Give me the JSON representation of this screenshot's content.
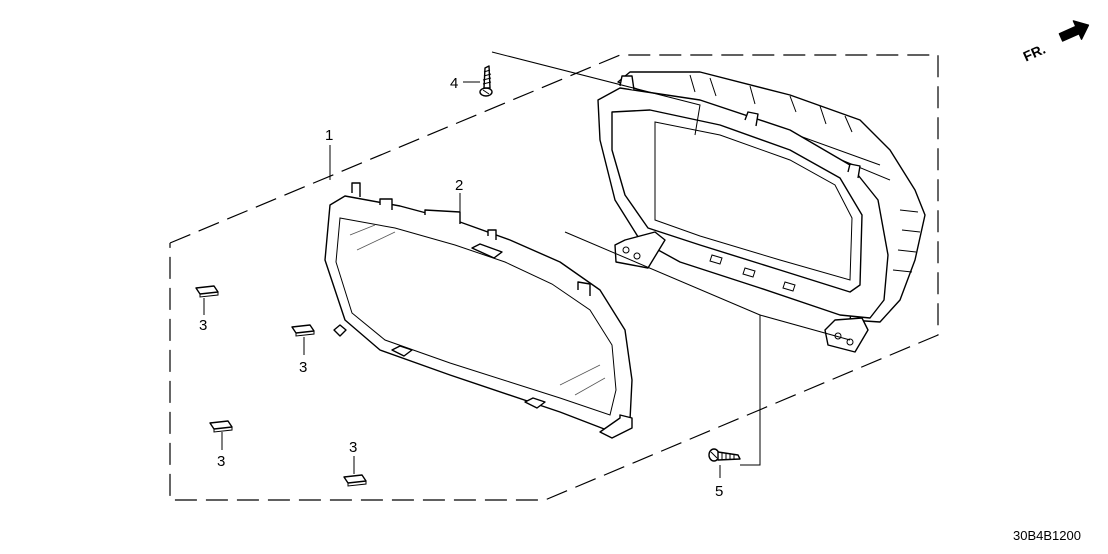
{
  "diagram_code": "30B4B1200",
  "direction_label": "FR.",
  "callouts": {
    "c1": "1",
    "c2": "2",
    "c3a": "3",
    "c3b": "3",
    "c3c": "3",
    "c3d": "3",
    "c4": "4",
    "c5": "5"
  },
  "parts": {
    "meter_assembly": "1",
    "meter_visor_lens": "2",
    "rubber_pad": "3",
    "upper_screw": "4",
    "lower_screw": "5"
  }
}
